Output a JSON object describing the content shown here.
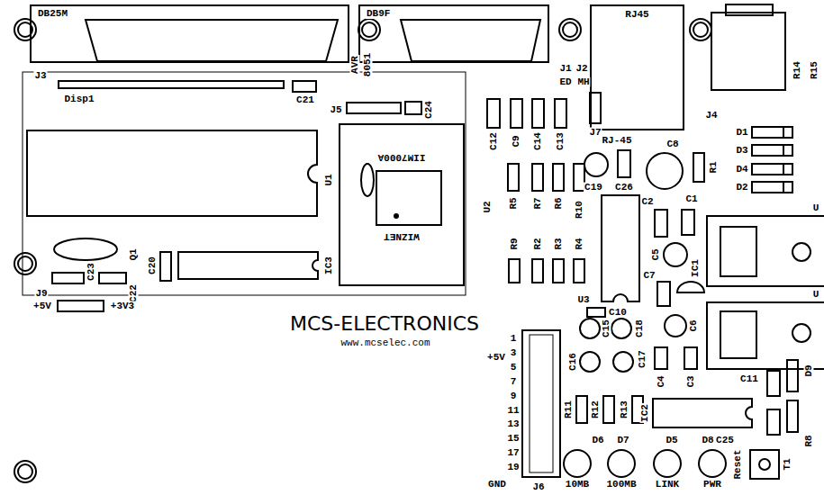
{
  "diagram": {
    "nodes": [
      {
        "text": [
          "DB25M"
        ]
      },
      {
        "text": [
          "DB9F"
        ]
      },
      {
        "text": [
          "RJ45"
        ]
      },
      {
        "text": [
          "IIM7000A",
          "WIZNET"
        ]
      }
    ],
    "labels": [
      "J3",
      "J1",
      "J2",
      "ED",
      "MH",
      "AVR",
      "8051",
      "R14",
      "R15",
      "J4",
      "Disp1",
      "C21",
      "J5",
      "C24",
      "C12",
      "C9",
      "C14",
      "C13",
      "J7",
      "RJ-45",
      "C8",
      "R1",
      "U1",
      "U2",
      "R5",
      "R7",
      "R6",
      "R10",
      "C19",
      "C26",
      "C2",
      "C1",
      "D1",
      "D3",
      "D4",
      "D2",
      "U",
      "C5",
      "IC1",
      "C7",
      "R9",
      "R2",
      "R3",
      "R4",
      "U",
      "IC3",
      "C20",
      "Q1",
      "C23",
      "C22",
      "J9",
      "+5V",
      "+3V3",
      "MCS-ELECTRONICS",
      "www.mcselec.com",
      "C10",
      "U3",
      "C15",
      "C18",
      "C6",
      "+5V",
      "1",
      "3",
      "5",
      "7",
      "9",
      "11",
      "13",
      "15",
      "17",
      "19",
      "C16",
      "C17",
      "C4",
      "C3",
      "C11",
      "D9",
      "R11",
      "R12",
      "R13",
      "IC2",
      "D6",
      "D7",
      "D5",
      "D8",
      "C25",
      "R8",
      "Reset",
      "T1",
      "GND",
      "J6",
      "10MB",
      "100MB",
      "LINK",
      "PWR"
    ]
  }
}
